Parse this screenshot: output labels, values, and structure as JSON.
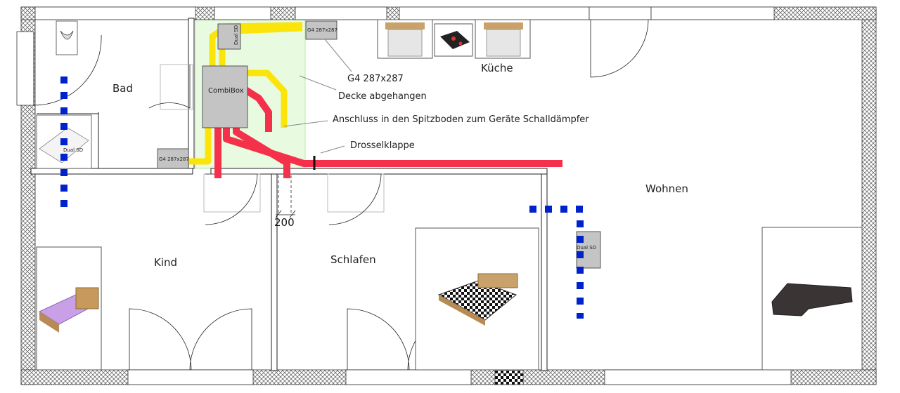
{
  "rooms": {
    "bad": "Bad",
    "kueche": "Küche",
    "wohnen": "Wohnen",
    "kind": "Kind",
    "schlafen": "Schlafen"
  },
  "devices": {
    "combibox": "CombiBox",
    "filter_top": "G4 287x287",
    "filter_bottom": "G4 287x287",
    "dual_sd_top": "Dual SD",
    "dual_sd_bad": "Dual SD",
    "dual_sd_wohnen": "Dual SD"
  },
  "annotations": {
    "filter": "G4 287x287",
    "ceiling": "Decke abgehangen",
    "attic": "Anschluss in den Spitzboden zum Geräte Schalldämpfer",
    "damper": "Drosselklappe"
  },
  "dimension": "200",
  "colors": {
    "supply_duct": "#fbe40a",
    "extract_duct": "#f5304a",
    "valve_marker": "#0022cc",
    "ceiling_area": "#e8fbe0",
    "device_fill": "#c4c4c4",
    "wall_hatch": "#555555"
  }
}
